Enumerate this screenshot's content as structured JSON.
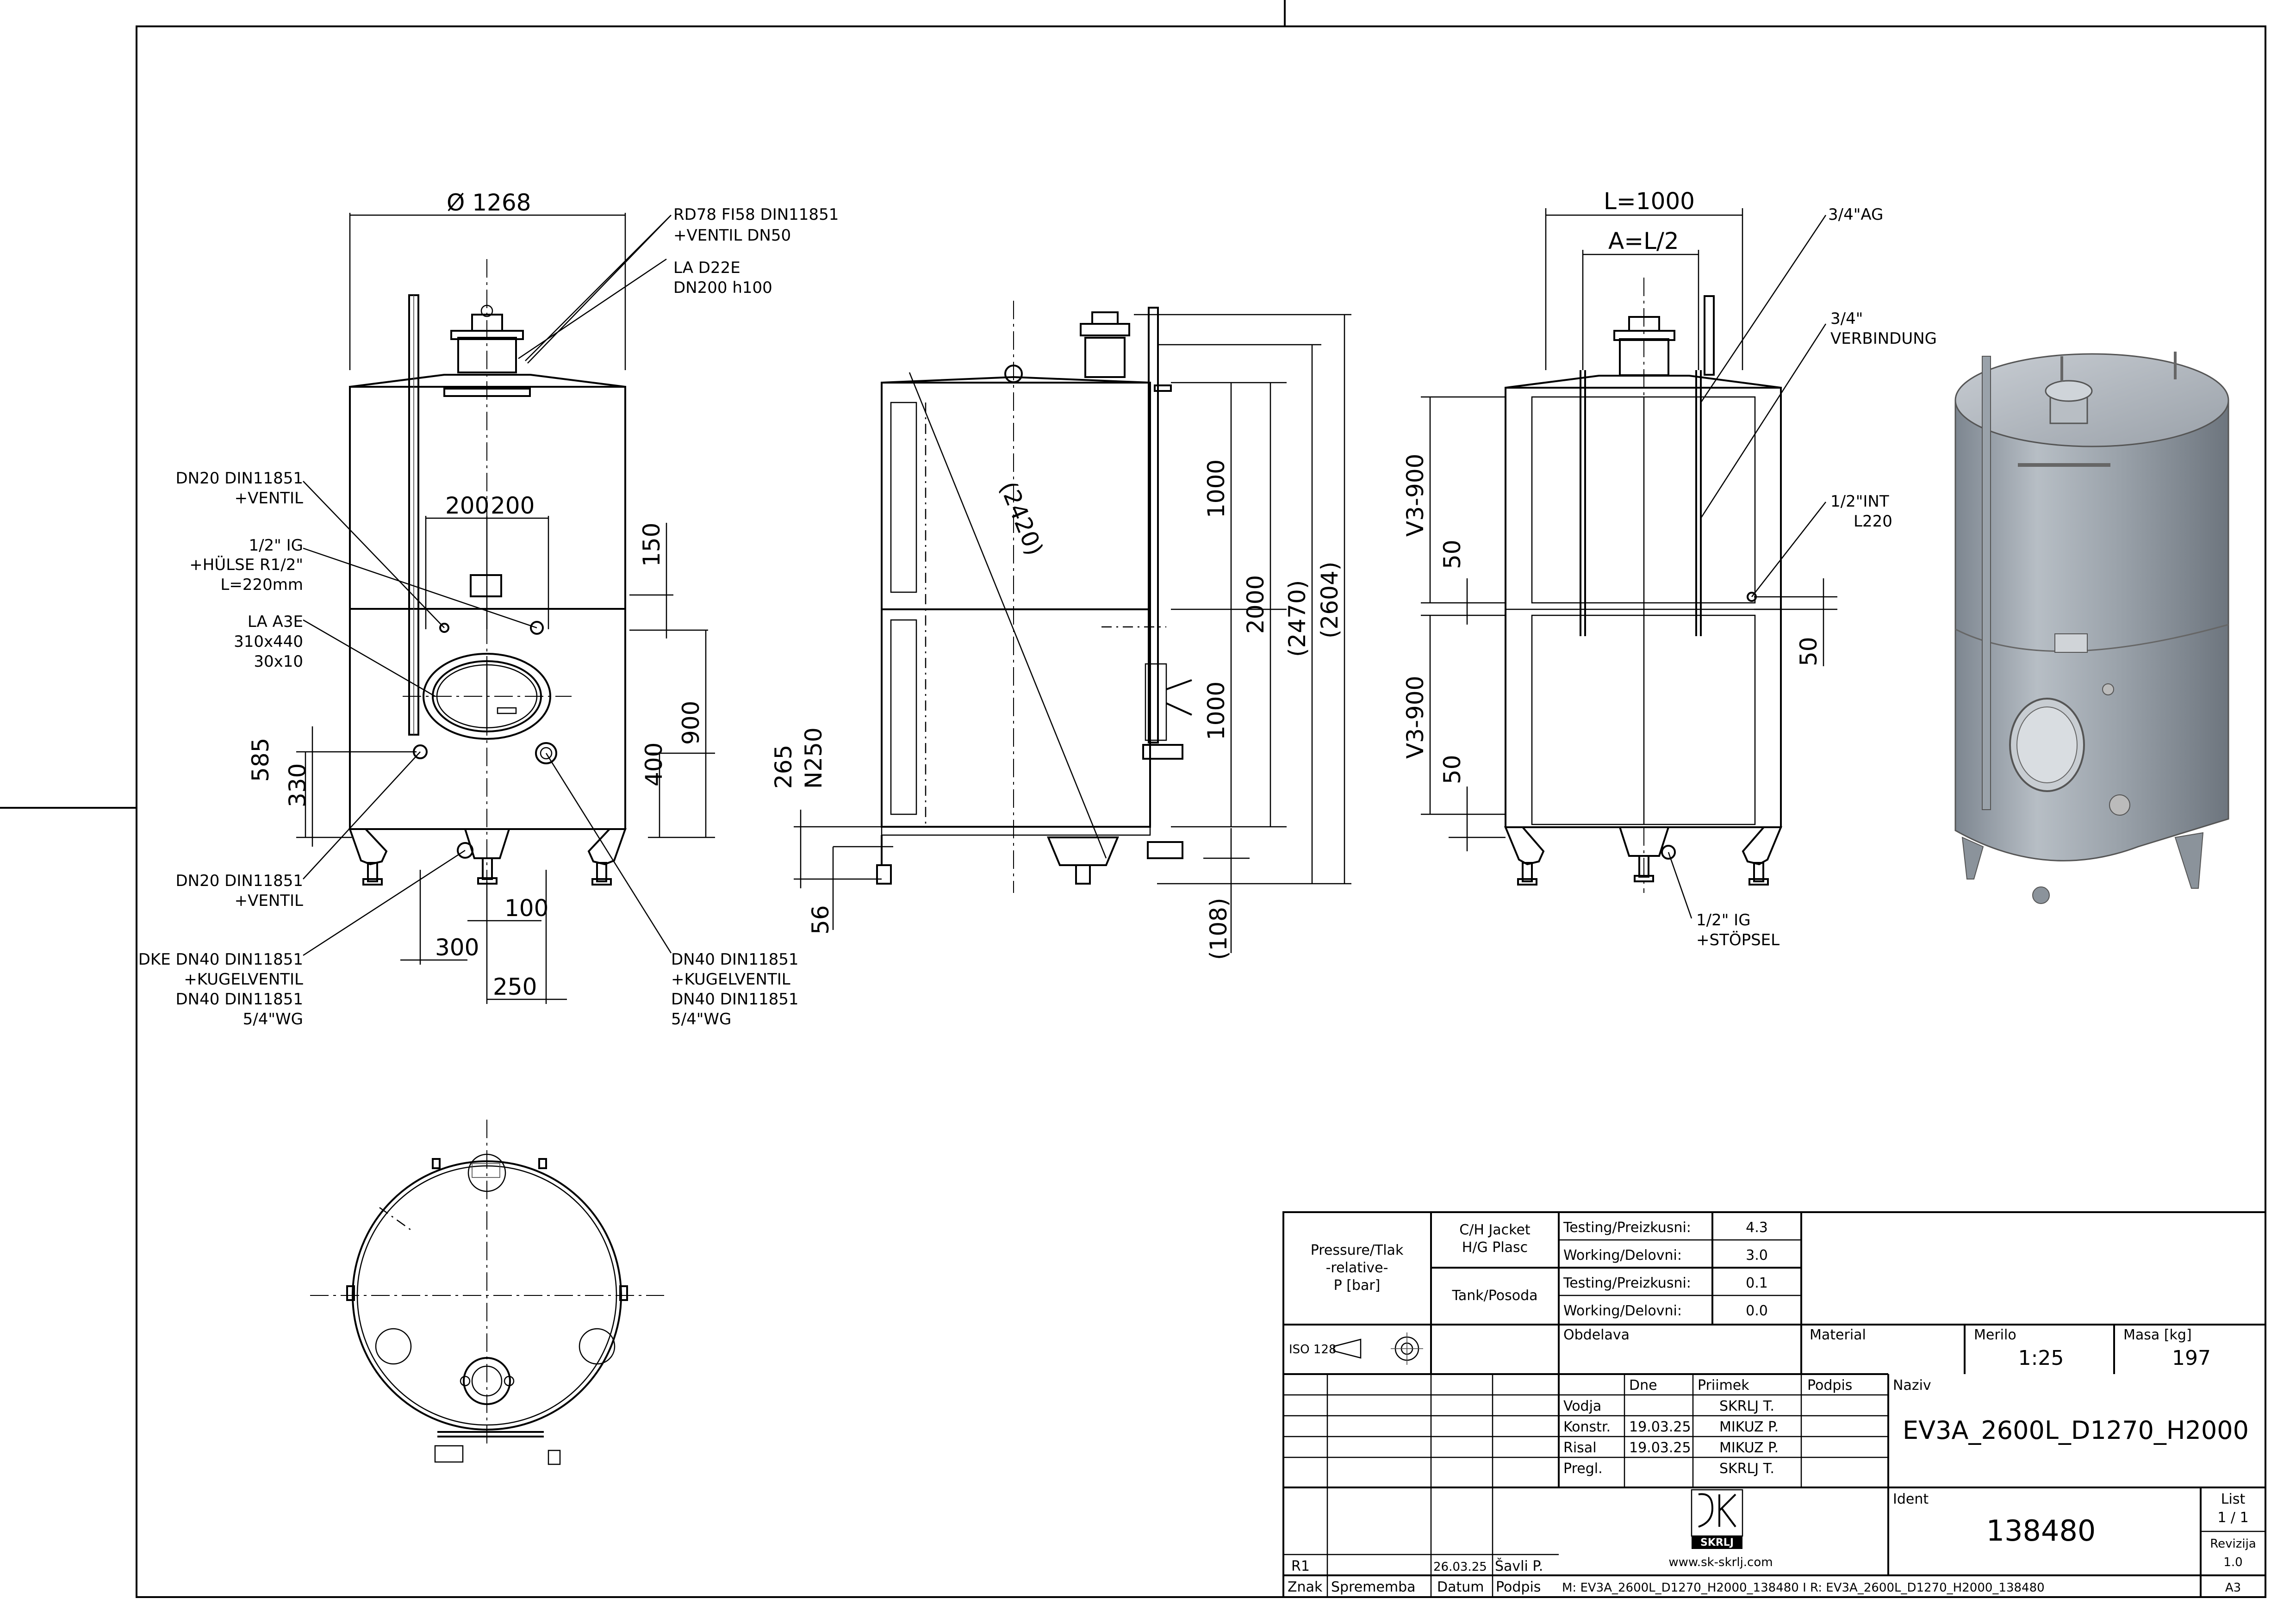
{
  "front_view": {
    "diameter": "Ø 1268",
    "callouts": {
      "rd78_1": "RD78 FI58 DIN11851",
      "rd78_2": "+VENTIL DN50",
      "la_d22e_1": "LA D22E",
      "la_d22e_2": "DN200 h100",
      "dn20_top_1": "DN20 DIN11851",
      "dn20_top_2": "+VENTIL",
      "ig_1": "1/2\" IG",
      "ig_2": "+HÜLSE R1/2\"",
      "ig_3": "L=220mm",
      "la_a3e_1": "LA A3E",
      "la_a3e_2": "310x440",
      "la_a3e_3": "30x10",
      "dn20_bot_1": "DN20 DIN11851",
      "dn20_bot_2": "+VENTIL",
      "dke_1": "DKE DN40 DIN11851",
      "dke_2": "+KUGELVENTIL",
      "dke_3": "DN40 DIN11851",
      "dke_4": "5/4\"WG",
      "dn40_1": "DN40 DIN11851",
      "dn40_2": "+KUGELVENTIL",
      "dn40_3": "DN40 DIN11851",
      "dn40_4": "5/4\"WG"
    },
    "dims": {
      "d200a": "200",
      "d200b": "200",
      "d150": "150",
      "d900": "900",
      "d400": "400",
      "d585": "585",
      "d330": "330",
      "d100": "100",
      "d300": "300",
      "d250": "250"
    }
  },
  "side_view": {
    "dims": {
      "d2420": "(2420)",
      "d1000a": "1000",
      "d1000b": "1000",
      "d2000": "2000",
      "d2470": "(2470)",
      "d2604": "(2604)",
      "d265": "265",
      "n250": "N250",
      "d56": "56",
      "d108": "(108)"
    }
  },
  "back_view": {
    "dims": {
      "l1000": "L=1000",
      "al2": "A=L/2",
      "v3a": "V3-900",
      "v3b": "V3-900",
      "d50a": "50",
      "d50b": "50",
      "d50c": "50"
    },
    "callouts": {
      "ag": "3/4\"AG",
      "verb_1": "3/4\"",
      "verb_2": "VERBINDUNG",
      "int_1": "1/2\"INT",
      "int_2": "L220",
      "stop_1": "1/2\" IG",
      "stop_2": "+STÖPSEL"
    }
  },
  "title_block": {
    "pressure_1": "Pressure/Tlak",
    "pressure_2": "-relative-",
    "pressure_3": "P [bar]",
    "jacket_1": "C/H Jacket",
    "jacket_2": "H/G Plasc",
    "tank": "Tank/Posoda",
    "testing_label": "Testing/Preizkusni:",
    "working_label": "Working/Delovni:",
    "jacket_testing": "4.3",
    "jacket_working": "3.0",
    "tank_testing": "0.1",
    "tank_working": "0.0",
    "iso": "ISO 128",
    "obdelava": "Obdelava",
    "material": "Material",
    "merilo_label": "Merilo",
    "merilo": "1:25",
    "masa_label": "Masa [kg]",
    "masa": "197",
    "dne": "Dne",
    "priimek": "Priimek",
    "podpis": "Podpis",
    "naziv_label": "Naziv",
    "naziv": "EV3A_2600L_D1270_H2000",
    "rows": [
      {
        "role": "Vodja",
        "date": "",
        "name": "SKRLJ T."
      },
      {
        "role": "Konstr.",
        "date": "19.03.25",
        "name": "MIKUZ P."
      },
      {
        "role": "Risal",
        "date": "19.03.25",
        "name": "MIKUZ P."
      },
      {
        "role": "Pregl.",
        "date": "",
        "name": "SKRLJ T."
      }
    ],
    "ident_label": "Ident",
    "ident": "138480",
    "list_label": "List",
    "list": "1 / 1",
    "revizija_label": "Revizija",
    "revizija": "1.0",
    "website": "www.sk-skrlj.com",
    "logo_text": "SKRLJ",
    "rev_r": "R1",
    "rev_date": "26.03.25",
    "rev_name": "Šavli P.",
    "znak": "Znak",
    "sprememba": "Sprememba",
    "datum": "Datum",
    "podpis2": "Podpis",
    "model_path": "M: EV3A_2600L_D1270_H2000_138480 I R: EV3A_2600L_D1270_H2000_138480",
    "format": "A3"
  }
}
